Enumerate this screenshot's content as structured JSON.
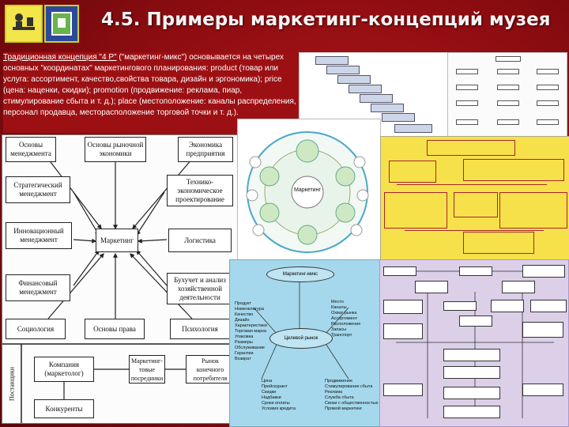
{
  "header": {
    "title": "4.5. Примеры маркетинг-концепций музея"
  },
  "intro": {
    "lead": "Традиционная концепция \"4 P\"",
    "text": " (\"маркетинг-микс\") основывается на четырех основных \"координатах\" маркетингового планирования: product (товар или услуга: ассортимент, качество,свойства товара, дизайн и эргономика); price (цена: наценки, скидки); promotion (продвижение: реклама, пиар, стимулирование сбыта и т. д.); place (местоположение: каналы распределения, персонал продавца, месторасположение торговой точки и т. д.)."
  },
  "grid": {
    "osnovy_menedzhmenta": "Основы менеджмента",
    "osnovy_rynochnoy": "Основы рыночной экономики",
    "ekonomika_predpriyatiya": "Экономика предприятия",
    "strategicheskiy": "Стратегический менеджмент",
    "tekhniko": "Технико-экономическое проектирование",
    "innovatsionny": "Инновационный менеджмент",
    "marketing": "Маркетинг",
    "logistika": "Логистика",
    "finansovy": "Финансовый менеджмент",
    "buhuchet": "Бухучет и анализ хозяйственной деятельности",
    "sotsiologiya": "Социология",
    "osnovy_prava": "Основы права",
    "psikhologiya": "Психология",
    "kompaniya": "Компания (маркетолог)",
    "marketingovye": "Маркетинг-товые посредники",
    "rynok": "Рынок конечного потребителя",
    "konkurenty": "Конкуренты",
    "vertical": "Поставщики"
  },
  "circles": {
    "center": "Маркетинг"
  },
  "fourp": {
    "top": "Маркетинг-микс",
    "center": "Целевой рынок",
    "product_title": "Продукт",
    "product_items": "Номенклатура\nКачество\nДизайн\nХарактеристики\nТорговая марка\nУпаковка\nРазмеры\nОбслуживание\nГарантии\nВозврат",
    "place_title": "Место",
    "place_items": "Каналы\nОхват рынка\nАссортимент\nРасположение\nЗапасы\nТранспорт",
    "price_title": "Цена",
    "price_items": "Прейскурант\nСкидки\nНадбавки\nСроки оплаты\nУсловия кредита",
    "promo_title": "Продвижение",
    "promo_items": "Стимулирование сбыта\nРеклама\nСлужба сбыта\nСвязи с общественностью\nПрямой маркетинг"
  },
  "colors": {
    "background": "#9c1013",
    "title": "#f4f4f4",
    "yellow_panel": "#f7e14a",
    "blue_panel": "#a5d8ec",
    "purple_panel": "#dccfe8"
  }
}
